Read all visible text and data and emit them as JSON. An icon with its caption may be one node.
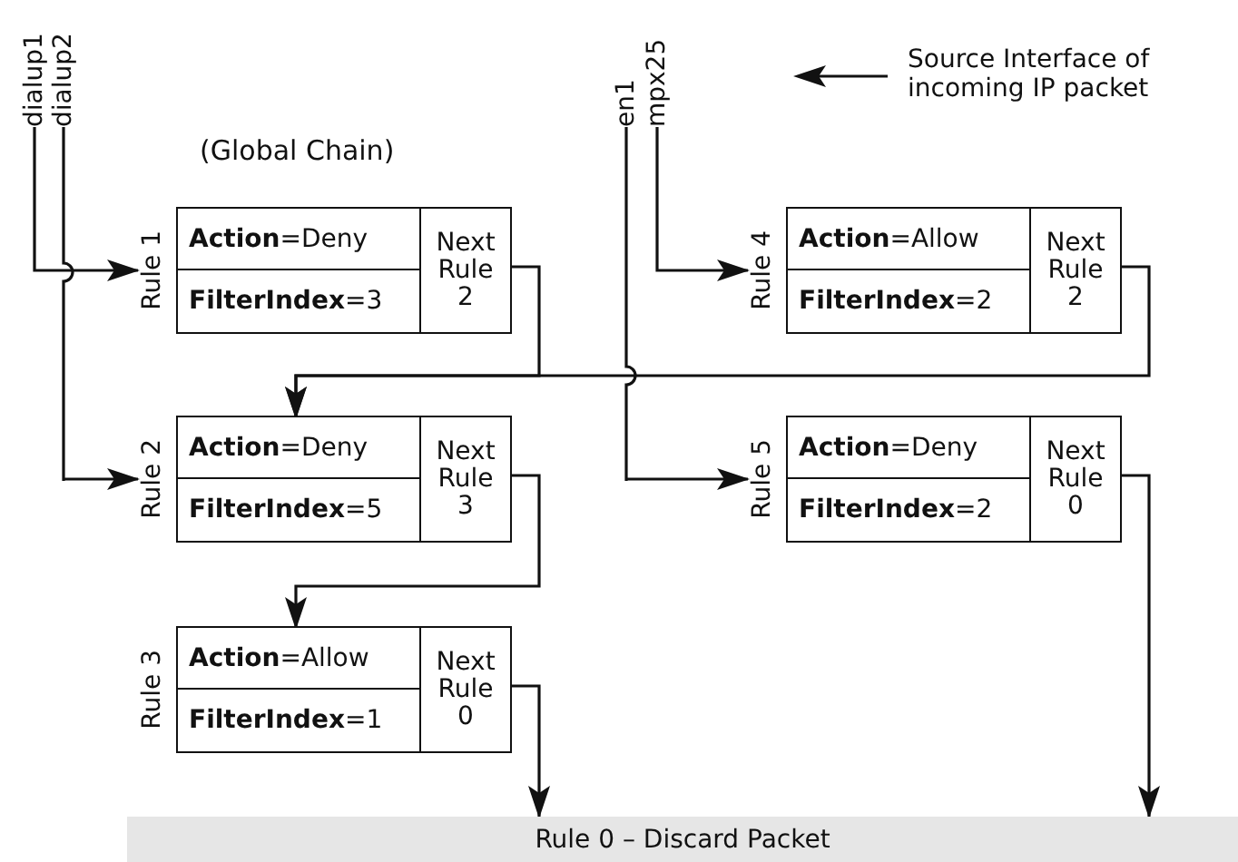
{
  "diagram": {
    "nodes": [
      {
        "text": [
          "dialup1"
        ]
      },
      {
        "text": [
          "dialup2"
        ]
      },
      {
        "text": [
          "en1"
        ]
      },
      {
        "text": [
          "mpx25"
        ]
      },
      {
        "text": [
          "Rule 1",
          "**Action**=Deny",
          "**FilterIndex**=3",
          "Next Rule 2"
        ]
      },
      {
        "text": [
          "Rule 4",
          "**Action**=Allow",
          "**FilterIndex**=2",
          "Next Rule 2"
        ]
      },
      {
        "text": [
          "Rule 2",
          "**Action**=Deny",
          "**FilterIndex**=5",
          "Next Rule 3"
        ]
      },
      {
        "text": [
          "Rule 5",
          "**Action**=Deny",
          "**FilterIndex**=2",
          "Next Rule 0"
        ]
      },
      {
        "text": [
          "Rule 3",
          "**Action**=Allow",
          "**FilterIndex**=1",
          "Next Rule 0"
        ]
      },
      {
        "text": [
          "Rule 0 – Discard Packet"
        ]
      }
    ],
    "edges": [
      {
        "from": 0,
        "to": 4,
        "arrow": "to"
      },
      {
        "from": 1,
        "to": 6,
        "arrow": "to"
      },
      {
        "from": 2,
        "to": 7,
        "arrow": "to"
      },
      {
        "from": 3,
        "to": 5,
        "arrow": "to"
      },
      {
        "from": 4,
        "to": 6,
        "arrow": "to"
      },
      {
        "from": 5,
        "to": 6,
        "arrow": "to"
      },
      {
        "from": 6,
        "to": 8,
        "arrow": "to"
      },
      {
        "from": 8,
        "to": 9,
        "arrow": "to"
      },
      {
        "from": 7,
        "to": 9,
        "arrow": "to"
      }
    ],
    "labels": [
      "(Global Chain)"
    ],
    "legend": [
      {
        "text": "Source Interface of incoming IP packet"
      }
    ]
  }
}
